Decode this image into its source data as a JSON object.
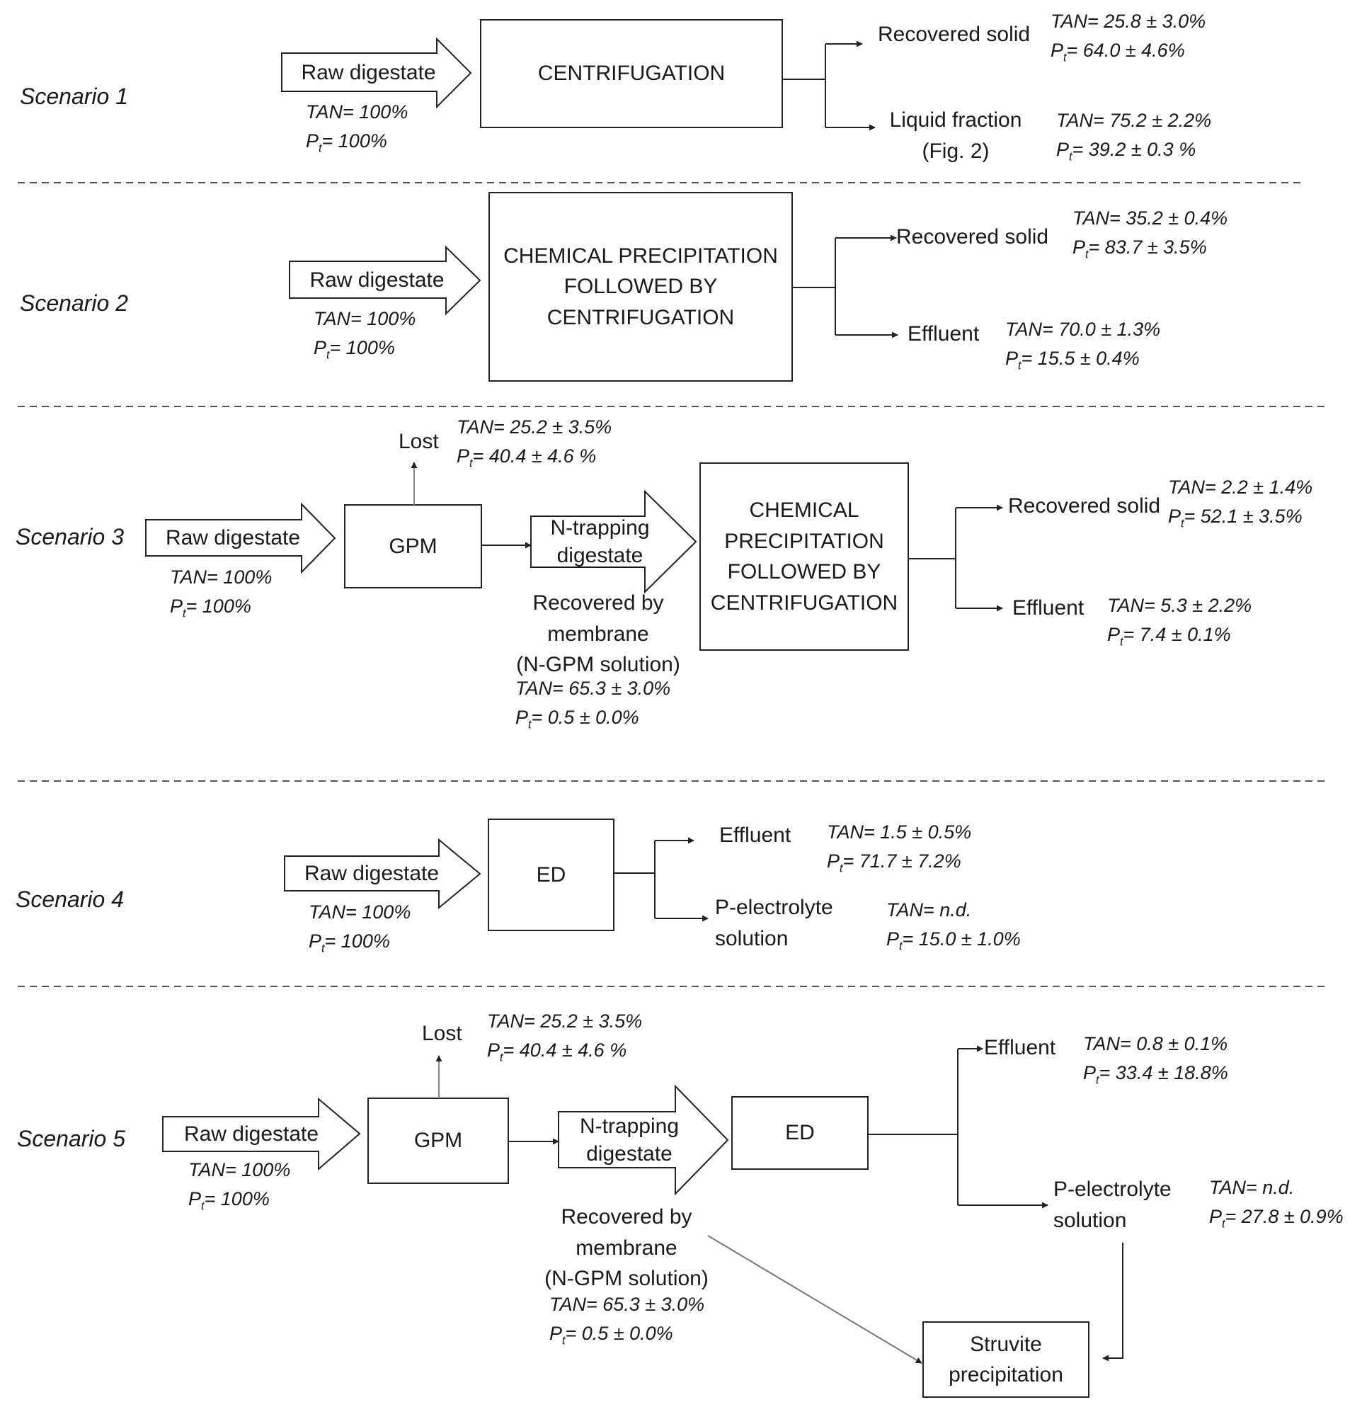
{
  "scenario_labels": [
    "Scenario 1",
    "Scenario 2",
    "Scenario 3",
    "Scenario 4",
    "Scenario 5"
  ],
  "feed": {
    "label": "Raw digestate",
    "tan": "TAN= 100%",
    "p_prefix": "P",
    "p_sub": "t",
    "p_value": "= 100%"
  },
  "s1": {
    "process": "CENTRIFUGATION",
    "out1": {
      "label": "Recovered solid",
      "tan": "TAN= 25.8 ± 3.0%",
      "p": "= 64.0 ± 4.6%"
    },
    "out2": {
      "label_1": "Liquid fraction",
      "label_2": "(Fig. 2)",
      "tan": "TAN= 75.2 ± 2.2%",
      "p": "= 39.2 ± 0.3 %"
    }
  },
  "s2": {
    "process_lines": [
      "CHEMICAL PRECIPITATION",
      "FOLLOWED BY",
      "CENTRIFUGATION"
    ],
    "out1": {
      "label": "Recovered solid",
      "tan": "TAN= 35.2 ± 0.4%",
      "p": "= 83.7 ± 3.5%"
    },
    "out2": {
      "label": "Effluent",
      "tan": "TAN= 70.0 ± 1.3%",
      "p": "= 15.5 ± 0.4%"
    }
  },
  "s3": {
    "gpm": "GPM",
    "lost": {
      "label": "Lost",
      "tan": "TAN= 25.2 ± 3.5%",
      "p": "= 40.4 ± 4.6 %"
    },
    "ntrap_lines": [
      "N-trapping",
      "digestate"
    ],
    "recovered_lines": [
      "Recovered by",
      "membrane",
      "(N-GPM solution)"
    ],
    "recovered_tan": "TAN= 65.3 ±  3.0%",
    "recovered_p": "= 0.5 ± 0.0%",
    "process_lines": [
      "CHEMICAL",
      "PRECIPITATION",
      "FOLLOWED BY",
      "CENTRIFUGATION"
    ],
    "out1": {
      "label": "Recovered solid",
      "tan": "TAN= 2.2 ±  1.4%",
      "p": "= 52.1 ± 3.5%"
    },
    "out2": {
      "label": "Effluent",
      "tan": "TAN= 5.3 ± 2.2%",
      "p": "= 7.4 ± 0.1%"
    }
  },
  "s4": {
    "process": "ED",
    "out1": {
      "label": "Effluent",
      "tan": "TAN= 1.5 ±  0.5%",
      "p": "= 71.7 ± 7.2%"
    },
    "out2": {
      "label_1": "P-electrolyte",
      "label_2": "solution",
      "tan": "TAN= n.d.",
      "p": "= 15.0 ± 1.0%"
    }
  },
  "s5": {
    "gpm": "GPM",
    "lost": {
      "label": "Lost",
      "tan": "TAN= 25.2 ± 3.5%",
      "p": "= 40.4 ± 4.6 %"
    },
    "ntrap_lines": [
      "N-trapping",
      "digestate"
    ],
    "ed": "ED",
    "recovered_lines": [
      "Recovered by",
      "membrane",
      "(N-GPM solution)"
    ],
    "recovered_tan": "TAN= 65.3 ±  3.0%",
    "recovered_p": "= 0.5 ± 0.0%",
    "out1": {
      "label": "Effluent",
      "tan": "TAN= 0.8 ± 0.1%",
      "p": "= 33.4 ±  18.8%"
    },
    "out2": {
      "label_1": "P-electrolyte",
      "label_2": "solution",
      "tan": "TAN= n.d.",
      "p": "= 27.8 ± 0.9%"
    },
    "struvite_lines": [
      "Struvite",
      "precipitation"
    ]
  }
}
